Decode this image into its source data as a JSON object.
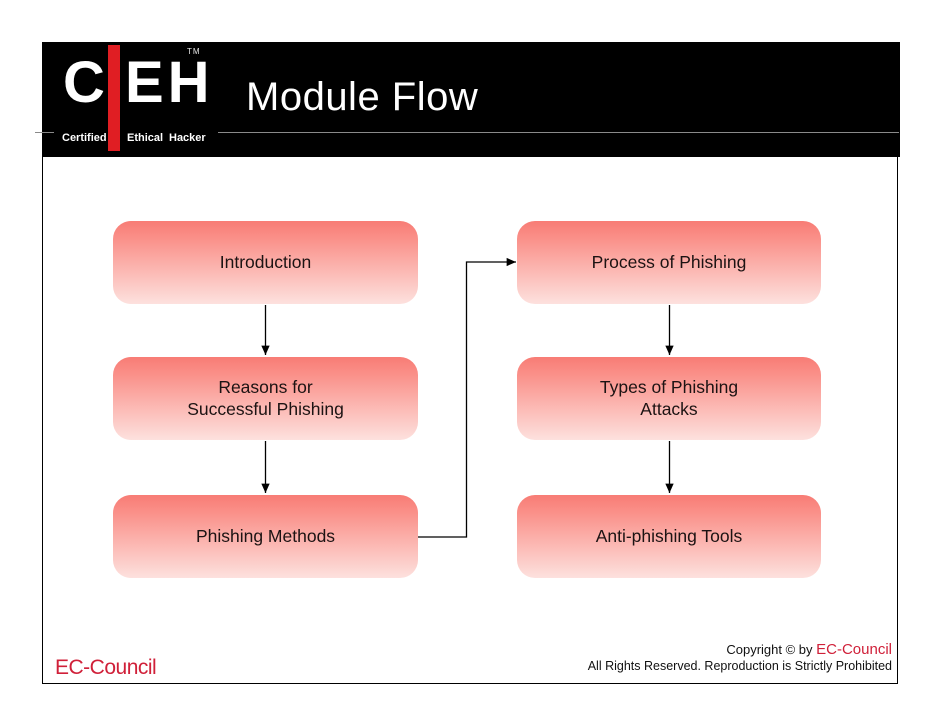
{
  "header": {
    "title": "Module Flow",
    "logo": {
      "letter_c": "C",
      "letters_eh": "EH",
      "tm": "TM",
      "word_certified": "Certified",
      "word_ethical": "Ethical",
      "word_hacker": "Hacker"
    }
  },
  "diagram": {
    "type": "flowchart",
    "boxes": [
      {
        "label": "Introduction"
      },
      {
        "label": "Reasons for\nSuccessful Phishing"
      },
      {
        "label": "Phishing Methods"
      },
      {
        "label": "Process of Phishing"
      },
      {
        "label": "Types of Phishing\nAttacks"
      },
      {
        "label": "Anti-phishing Tools"
      }
    ],
    "flow_order": [
      "Introduction",
      "Reasons for Successful Phishing",
      "Phishing Methods",
      "Process of Phishing",
      "Types of Phishing Attacks",
      "Anti-phishing Tools"
    ],
    "colors": {
      "box_gradient_top": "#f87c75",
      "box_gradient_bottom": "#fde1de",
      "connector": "#000000",
      "header_background": "#000000",
      "logo_bar_red": "#e01e23"
    }
  },
  "footer": {
    "brand": "EC-Council",
    "brand_color": "#d02039",
    "copyright_prefix": "Copyright © by ",
    "copyright_brand": "EC-Council",
    "rights_text": "All Rights Reserved. Reproduction is Strictly Prohibited"
  }
}
